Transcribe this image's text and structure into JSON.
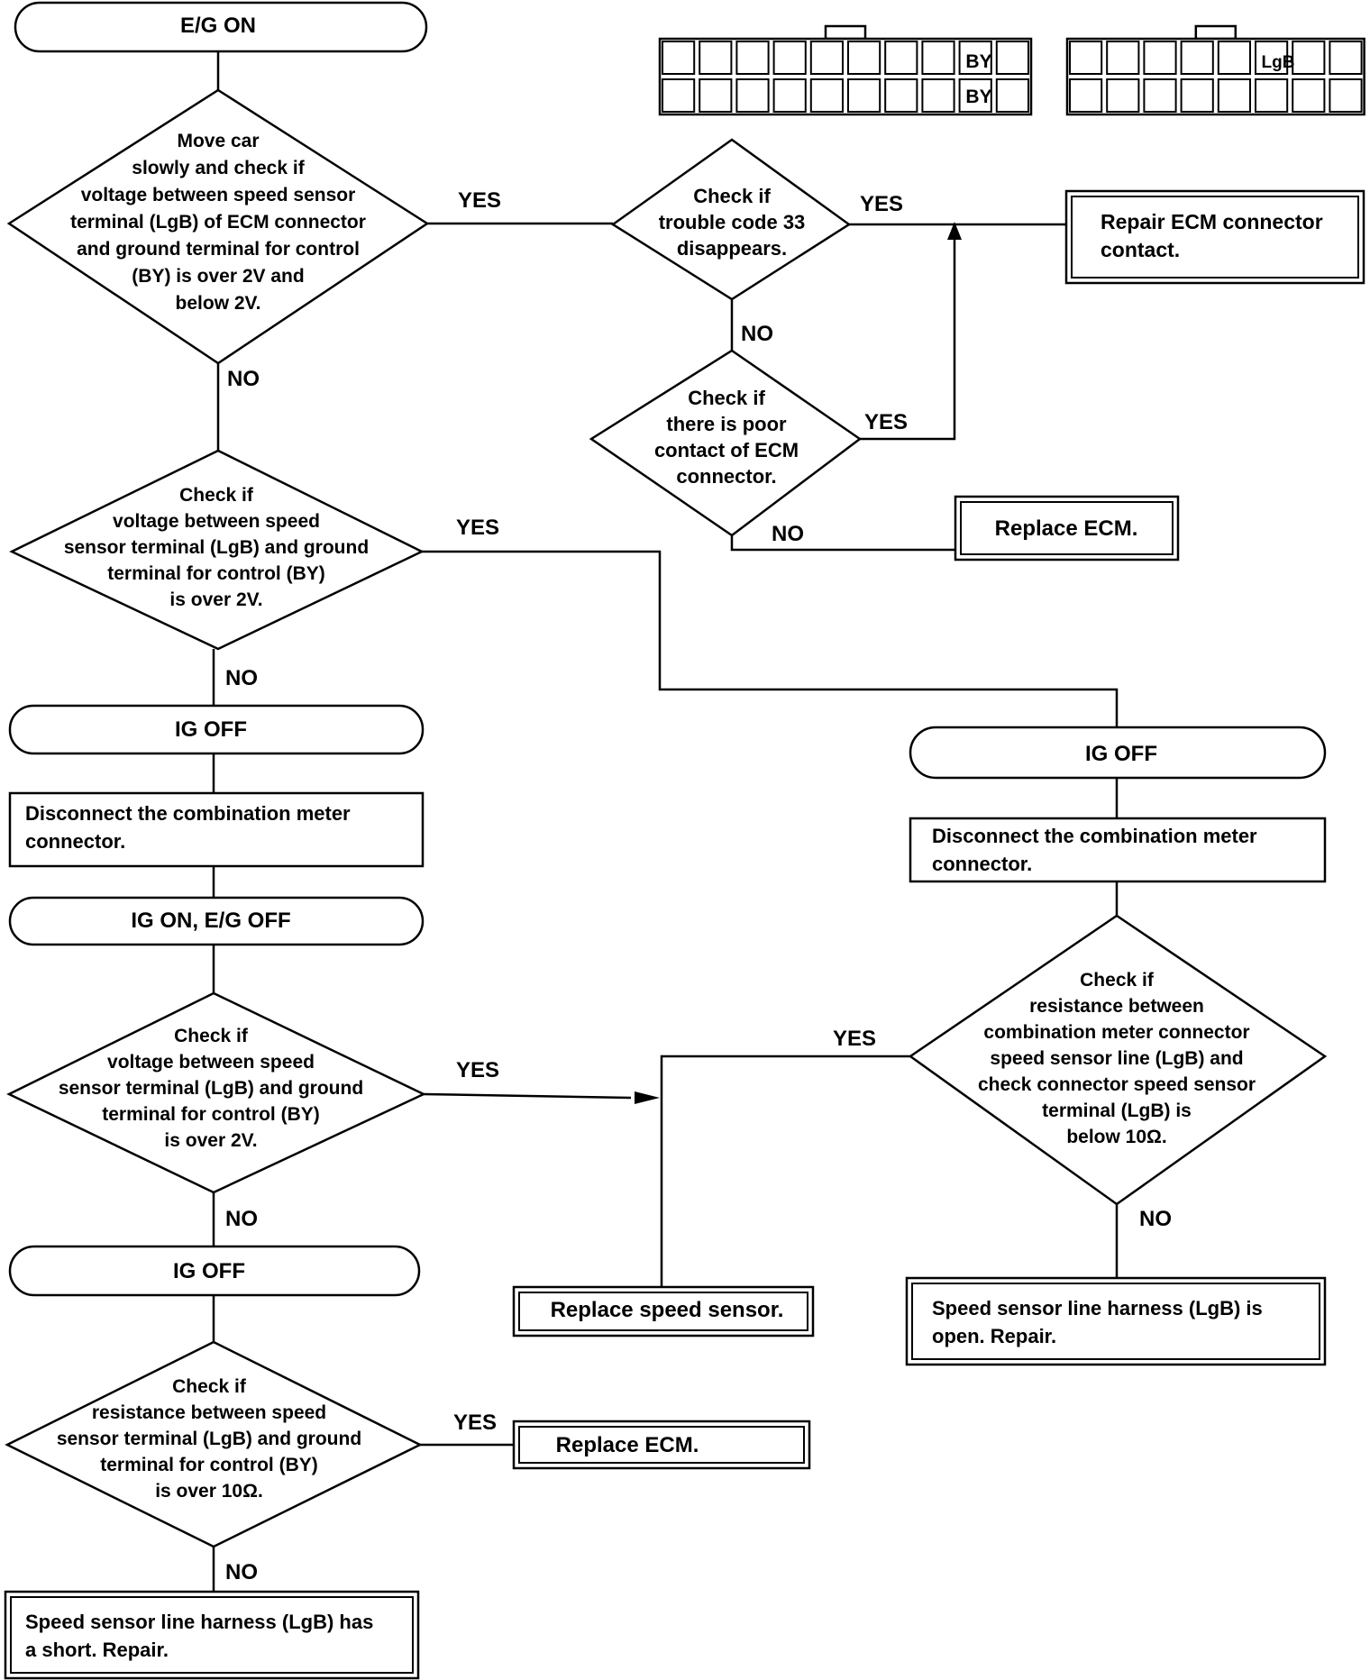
{
  "flow": {
    "start": "E/G ON",
    "d1": [
      "Move car",
      "slowly and check if",
      "voltage between speed sensor",
      "terminal (LgB) of ECM connector",
      "and ground terminal for control",
      "(BY) is over 2V and",
      "below 2V."
    ],
    "d2": [
      "Check if",
      "trouble code 33",
      "disappears."
    ],
    "d3": [
      "Check if",
      "there is poor",
      "contact of ECM",
      "connector."
    ],
    "d4": [
      "Check if",
      "voltage between speed",
      "sensor terminal (LgB) and ground",
      "terminal for control (BY)",
      "is over 2V."
    ],
    "d5": [
      "Check if",
      "voltage between speed",
      "sensor terminal (LgB) and ground",
      "terminal for control (BY)",
      "is over 2V."
    ],
    "d6": [
      "Check if",
      "resistance between speed",
      "sensor terminal (LgB) and ground",
      "terminal for control (BY)",
      "is over 10Ω."
    ],
    "d7": [
      "Check if",
      "resistance between",
      "combination meter connector",
      "speed sensor line (LgB) and",
      "check connector speed sensor",
      "terminal (LgB) is",
      "below 10Ω."
    ],
    "repair_ecm_contact": [
      "Repair ECM connector",
      "contact."
    ],
    "replace_ecm_1": "Replace ECM.",
    "replace_ecm_2": "Replace ECM.",
    "ig_off_left": "IG OFF",
    "ig_off_right": "IG OFF",
    "ig_on_eg_off": "IG ON, E/G OFF",
    "ig_off_lower": "IG OFF",
    "disconnect_left": [
      "Disconnect the combination meter",
      "connector."
    ],
    "disconnect_right": [
      "Disconnect the combination meter",
      "connector."
    ],
    "replace_speed_sensor": "Replace speed sensor.",
    "open_harness": [
      "Speed sensor line harness (LgB) is",
      "open. Repair."
    ],
    "short_harness": [
      "Speed sensor line harness (LgB) has",
      "a short. Repair."
    ],
    "yes": "YES",
    "no": "NO"
  },
  "connectors": {
    "left_label_top": "BY",
    "left_label_bottom": "BY",
    "right_label_top": "LgB"
  }
}
